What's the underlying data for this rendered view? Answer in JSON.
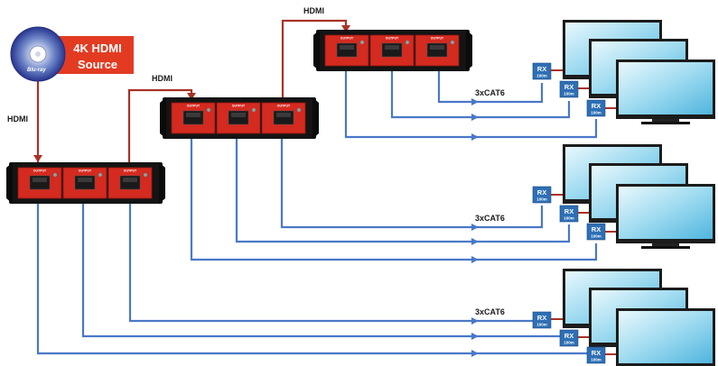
{
  "source": {
    "line1": "4K HDMI",
    "line2": "Source"
  },
  "labels": {
    "hdmi": "HDMI",
    "cat": "3xCAT6"
  },
  "receiver": {
    "label": "RX",
    "range": "100m"
  },
  "splitter": {
    "port_label": "OUTPUT"
  },
  "colors": {
    "hdmi_cable": "#a83226",
    "cat_cable": "#4a78c8",
    "splitter_red": "#d42a1f",
    "rx_blue": "#2e6fb5",
    "source_red": "#e23b22"
  }
}
